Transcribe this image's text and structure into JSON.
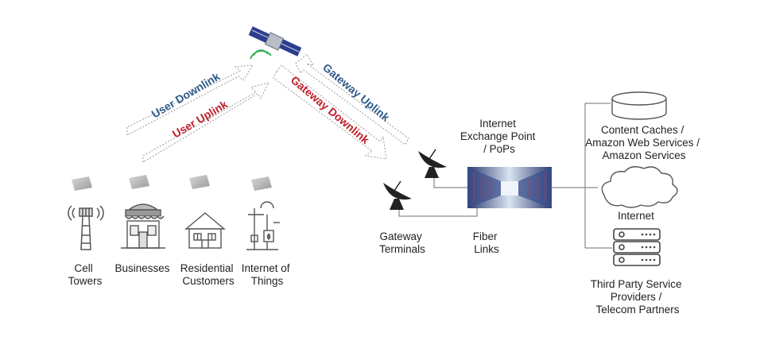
{
  "colors": {
    "downlink": "#2e5b8a",
    "uplink": "#c0202a",
    "text": "#222222",
    "line": "#6f6f6f"
  },
  "links": {
    "user_downlink": "User Downlink",
    "user_uplink": "User Uplink",
    "gateway_uplink": "Gateway Uplink",
    "gateway_downlink": "Gateway Downlink"
  },
  "users": {
    "cell_towers": [
      "Cell",
      "Towers"
    ],
    "businesses": [
      "Businesses"
    ],
    "residential": [
      "Residential",
      "Customers"
    ],
    "iot": [
      "Internet of",
      "Things"
    ]
  },
  "network": {
    "ixp": [
      "Internet",
      "Exchange Point",
      "/  PoPs"
    ],
    "gateway_terminals": [
      "Gateway",
      "Terminals"
    ],
    "fiber_links": [
      "Fiber",
      "Links"
    ]
  },
  "services": {
    "content_caches": [
      "Content Caches /",
      "Amazon Web Services /",
      "Amazon Services"
    ],
    "internet": [
      "Internet"
    ],
    "third_party": [
      "Third Party Service",
      "Providers /",
      "Telecom Partners"
    ]
  },
  "icons": [
    "satellite-icon",
    "user-terminal-icon",
    "cell-tower-icon",
    "storefront-icon",
    "house-icon",
    "iot-icon",
    "satellite-dish-icon",
    "datacenter-icon",
    "database-icon",
    "cloud-icon",
    "server-icon"
  ]
}
